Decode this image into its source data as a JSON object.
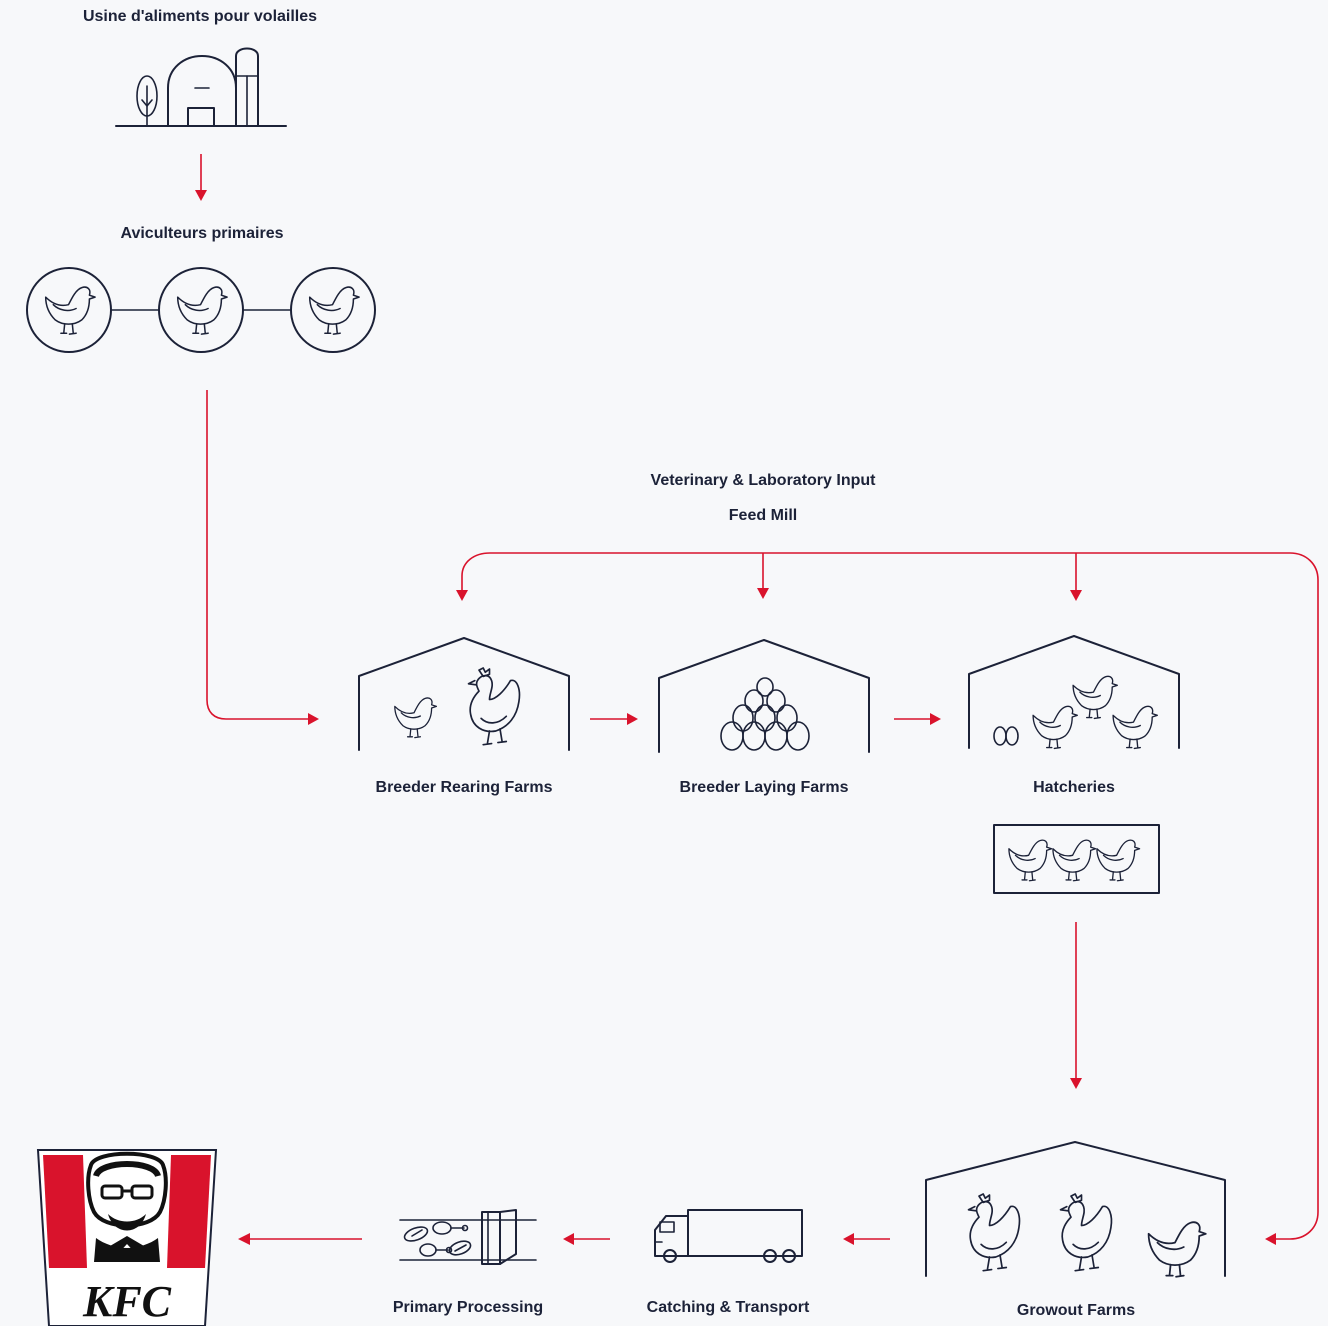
{
  "labels": {
    "feed_plant": "Usine d'aliments pour volailles",
    "primary_breeders": "Aviculteurs primaires",
    "vet_input": "Veterinary & Laboratory Input",
    "feed_mill": "Feed Mill",
    "breeder_rearing": "Breeder Rearing Farms",
    "breeder_laying": "Breeder Laying Farms",
    "hatcheries": "Hatcheries",
    "growout": "Growout Farms",
    "catching": "Catching & Transport",
    "processing": "Primary Processing"
  },
  "brand": {
    "logo_text": "KFC"
  },
  "colors": {
    "accent": "#d9132c",
    "ink": "#1c2238",
    "background": "#f7f8fa"
  },
  "icons": [
    "feed-mill-building-icon",
    "chicken-icon",
    "rooster-icon",
    "egg-icon",
    "chick-crate-icon",
    "truck-icon",
    "processing-conveyor-icon",
    "kfc-logo"
  ]
}
